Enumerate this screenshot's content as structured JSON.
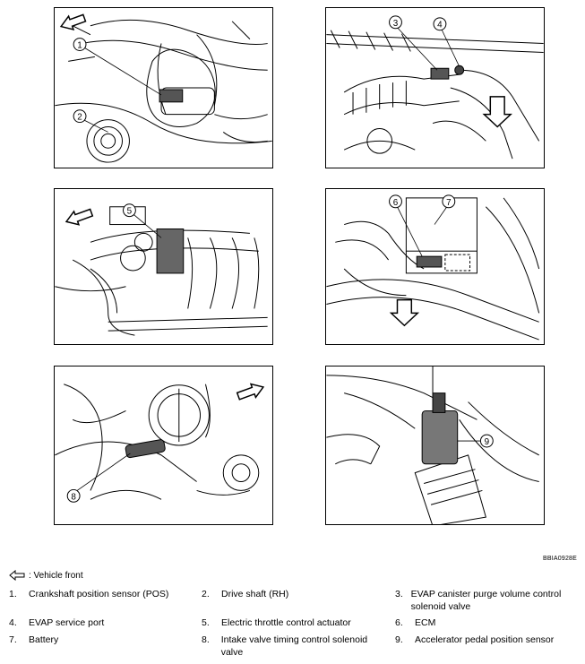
{
  "diagram_code": "BBIA0928E",
  "legend_key": ": Vehicle front",
  "callouts": [
    "1",
    "2",
    "3",
    "4",
    "5",
    "6",
    "7",
    "8",
    "9"
  ],
  "parts": [
    {
      "num": "1.",
      "label": "Crankshaft position sensor (POS)"
    },
    {
      "num": "2.",
      "label": "Drive shaft (RH)"
    },
    {
      "num": "3.",
      "label": "EVAP canister purge volume control solenoid valve"
    },
    {
      "num": "4.",
      "label": "EVAP service port"
    },
    {
      "num": "5.",
      "label": "Electric throttle control actuator"
    },
    {
      "num": "6.",
      "label": "ECM"
    },
    {
      "num": "7.",
      "label": "Battery"
    },
    {
      "num": "8.",
      "label": "Intake valve timing control solenoid valve"
    },
    {
      "num": "9.",
      "label": "Accelerator pedal position sensor"
    }
  ]
}
